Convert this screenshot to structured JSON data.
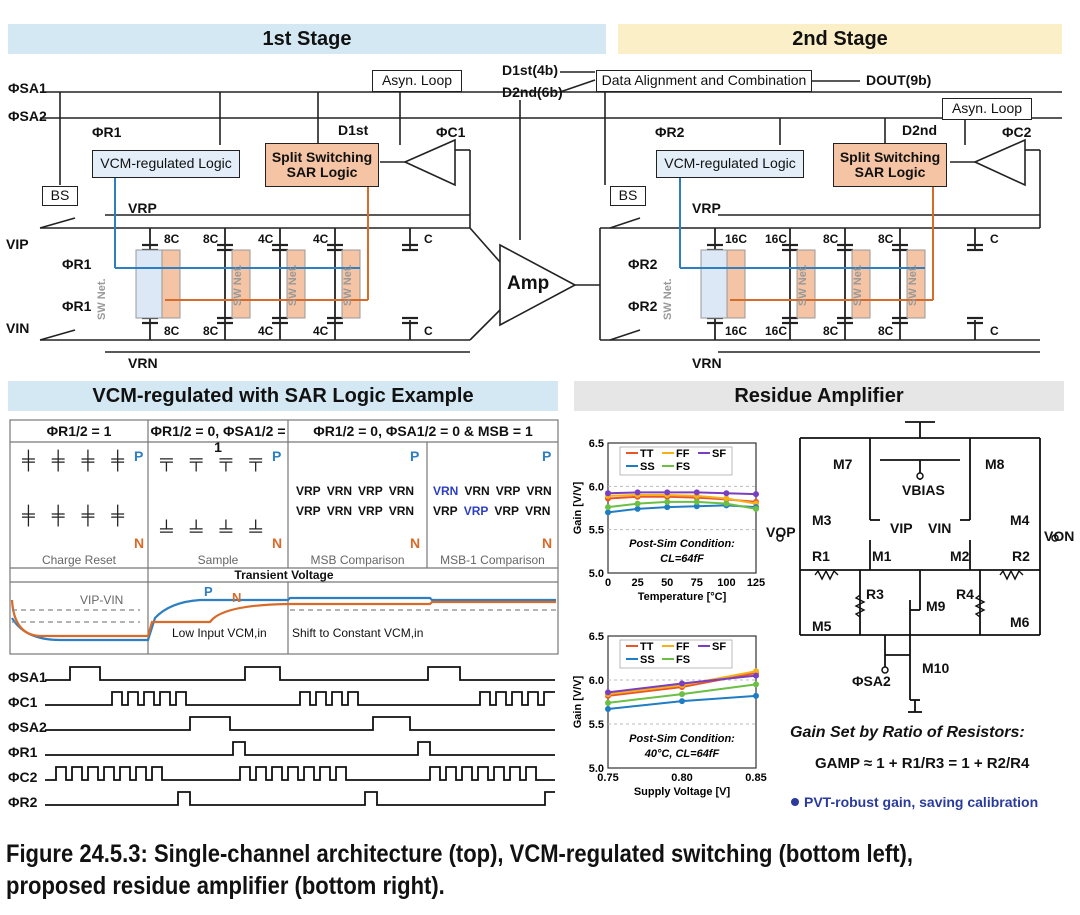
{
  "banners": {
    "stage1": "1st Stage",
    "stage2": "2nd Stage",
    "vcm": "VCM-regulated with SAR Logic Example",
    "residue": "Residue Amplifier"
  },
  "top": {
    "phi_sa1": "ΦSA1",
    "phi_sa2": "ΦSA2",
    "phi_r1": "ΦR1",
    "phi_r2": "ΦR2",
    "phi_c1": "ΦC1",
    "phi_c2": "ΦC2",
    "asyn_loop": "Asyn. Loop",
    "vcm_logic": "VCM-regulated Logic",
    "split_switching": "Split Switching SAR Logic",
    "d1st": "D1st",
    "d2nd": "D2nd",
    "d1st_bits": "D1st(4b)",
    "d2nd_bits": "D2nd(6b)",
    "data_align": "Data Alignment and Combination",
    "dout": "DOUT(9b)",
    "bs": "BS",
    "vip": "VIP",
    "vin": "VIN",
    "vrp": "VRP",
    "vrn": "VRN",
    "amp": "Amp",
    "sw_net": "SW Net.",
    "c": "C",
    "caps_stage1": [
      "8C",
      "8C",
      "4C",
      "4C"
    ],
    "caps_stage2": [
      "16C",
      "16C",
      "8C",
      "8C"
    ]
  },
  "vcm_table": {
    "headers": [
      "ΦR1/2 = 1",
      "ΦR1/2 = 0, ΦSA1/2 = 1",
      "ΦR1/2 = 0, ΦSA1/2 = 0 & MSB = 1"
    ],
    "subcaptions": [
      "Charge Reset",
      "Sample",
      "MSB Comparison",
      "MSB-1 Comparison"
    ],
    "msb_labels": [
      [
        "VRP",
        "VRN",
        "VRP",
        "VRN"
      ],
      [
        "VRP",
        "VRN",
        "VRP",
        "VRN"
      ]
    ],
    "msb1_labels": [
      [
        "VRN",
        "VRN",
        "VRP",
        "VRN"
      ],
      [
        "VRP",
        "VRP",
        "VRP",
        "VRN"
      ]
    ],
    "p": "P",
    "n": "N",
    "transient_title": "Transient Voltage",
    "vip_vin": "VIP-VIN",
    "low_input": "Low Input VCM,in",
    "shift": "Shift to Constant VCM,in"
  },
  "timing": {
    "signals": [
      "ΦSA1",
      "ΦC1",
      "ΦSA2",
      "ΦR1",
      "ΦC2",
      "ΦR2"
    ]
  },
  "chart_data": [
    {
      "type": "line",
      "x": [
        0,
        25,
        50,
        75,
        100,
        125
      ],
      "xlabel": "Temperature [°C]",
      "ylabel": "Gain [V/V]",
      "ylim": [
        5.0,
        6.5
      ],
      "xlim": [
        0,
        125
      ],
      "xticks": [
        "0",
        "25",
        "50",
        "75",
        "100",
        "125"
      ],
      "yticks": [
        "5.0",
        "5.5",
        "6.0",
        "6.5"
      ],
      "annotation": [
        "Post-Sim Condition:",
        "CL=64fF"
      ],
      "series": [
        {
          "name": "TT",
          "color": "#e8562a",
          "values": [
            5.86,
            5.88,
            5.88,
            5.87,
            5.85,
            5.82
          ]
        },
        {
          "name": "FF",
          "color": "#f5b01a",
          "values": [
            5.89,
            5.9,
            5.9,
            5.89,
            5.86,
            5.8
          ]
        },
        {
          "name": "SF",
          "color": "#7a3fbf",
          "values": [
            5.92,
            5.93,
            5.93,
            5.93,
            5.92,
            5.91
          ]
        },
        {
          "name": "SS",
          "color": "#1f7dc4",
          "values": [
            5.7,
            5.74,
            5.76,
            5.77,
            5.78,
            5.76
          ]
        },
        {
          "name": "FS",
          "color": "#6bbf45",
          "values": [
            5.76,
            5.8,
            5.82,
            5.82,
            5.8,
            5.74
          ]
        }
      ]
    },
    {
      "type": "line",
      "x": [
        0.75,
        0.8,
        0.85
      ],
      "xlabel": "Supply Voltage [V]",
      "ylabel": "Gain [V/V]",
      "ylim": [
        5.0,
        6.5
      ],
      "xlim": [
        0.75,
        0.85
      ],
      "xticks": [
        "0.75",
        "0.80",
        "0.85"
      ],
      "yticks": [
        "5.0",
        "5.5",
        "6.0",
        "6.5"
      ],
      "annotation": [
        "Post-Sim Condition:",
        "40°C, CL=64fF"
      ],
      "series": [
        {
          "name": "TT",
          "color": "#e8562a",
          "values": [
            5.82,
            5.92,
            6.08
          ]
        },
        {
          "name": "FF",
          "color": "#f5b01a",
          "values": [
            5.84,
            5.94,
            6.1
          ]
        },
        {
          "name": "SF",
          "color": "#7a3fbf",
          "values": [
            5.86,
            5.96,
            6.05
          ]
        },
        {
          "name": "SS",
          "color": "#1f7dc4",
          "values": [
            5.67,
            5.76,
            5.82
          ]
        },
        {
          "name": "FS",
          "color": "#6bbf45",
          "values": [
            5.74,
            5.84,
            5.95
          ]
        }
      ]
    }
  ],
  "residue": {
    "m7": "M7",
    "m8": "M8",
    "m3": "M3",
    "m4": "M4",
    "m1": "M1",
    "m2": "M2",
    "m5": "M5",
    "m6": "M6",
    "m9": "M9",
    "m10": "M10",
    "r1": "R1",
    "r2": "R2",
    "r3": "R3",
    "r4": "R4",
    "vbias": "VBIAS",
    "vop": "VOP",
    "von": "VON",
    "vip": "VIP",
    "vin": "VIN",
    "phi_sa2": "ΦSA2",
    "gain_title": "Gain Set by Ratio of Resistors:",
    "gain_formula": "GAMP ≈ 1 + R1/R3 = 1 + R2/R4",
    "bullet": "PVT-robust gain, saving calibration"
  },
  "caption": "Figure 24.5.3: Single-channel architecture (top), VCM-regulated switching (bottom left), proposed residue amplifier (bottom right)."
}
